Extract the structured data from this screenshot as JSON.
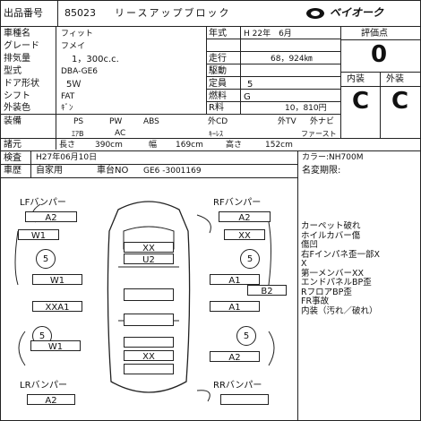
{
  "header": {
    "lot_label": "出品番号",
    "lot_number": "85023",
    "title": "リースアップブロック",
    "logo_text": "ベイオーク"
  },
  "specs": {
    "name_label": "車種名",
    "name_value": "フィット",
    "grade_label": "グレード",
    "grade_value": "フメイ",
    "displacement_label": "排気量",
    "displacement_value": "1，300c.c.",
    "model_label": "型式",
    "model_value": "DBA-GE6",
    "doors_label": "ドア形状",
    "doors_value": "5Ｗ",
    "shift_label": "シフト",
    "shift_value": "FAT",
    "color_label": "外装色",
    "color_value": "ｷﾞﾝ",
    "year_label": "年式",
    "year_value": "H 22年　6月",
    "mileage_label": "走行",
    "mileage_value": "68，924㎞",
    "drive_label": "駆動",
    "drive_value": "",
    "capacity_label": "定員",
    "capacity_value": "5",
    "fuel_label": "燃料",
    "fuel_value": "G",
    "r_fee_label": "R料",
    "r_fee_value": "10，810円"
  },
  "grades": {
    "header": "評価点",
    "score": "0",
    "interior_label": "内装",
    "exterior_label": "外装",
    "interior_grade": "C",
    "exterior_grade": "C"
  },
  "equipment": {
    "label": "装備",
    "row1": [
      "PS",
      "PW",
      "ABS",
      "外CD",
      "外TV",
      "外ナビ"
    ],
    "row2": [
      "ｴｱB",
      "AC",
      "ｷｰﾚｽ",
      "ファースト"
    ]
  },
  "dims": {
    "label": "諸元",
    "length_label": "長さ",
    "length_value": "390cm",
    "width_label": "幅",
    "width_value": "169cm",
    "height_label": "高さ",
    "height_value": "152cm"
  },
  "inspection": {
    "label": "検査",
    "value": "H27年06月10日",
    "calendar_label": "車歴",
    "usage": "自家用",
    "chassis_label": "車台NO",
    "chassis_value": "GE6 -3001169",
    "color_code": "カラー:NH700M",
    "transfer": "名変期限:"
  },
  "diagram": {
    "lf_label": "LFバンパー",
    "lf_value": "A2",
    "rf_label": "RFバンパー",
    "rf_value": "A2",
    "lr_label": "LRバンパー",
    "lr_value": "A2",
    "rr_label": "RRバンパー",
    "rr_value": "",
    "boxes": {
      "w1_top": "W1",
      "xx_top_right": "XX",
      "c5_lf": "5",
      "c5_rf": "5",
      "c5_lr": "5",
      "c5_rr": "5",
      "hood_xx": "XX",
      "hood_u2": "U2",
      "w1_left": "W1",
      "xxa1": "XXA1",
      "a1_right": "A1",
      "b2": "B2",
      "a1_right2": "A1",
      "w1_rear": "W1",
      "trunk_xx": "XX",
      "a2_rear": "A2"
    }
  },
  "notes": [
    "カーペット破れ",
    "ホイルカバー傷",
    "傷凹",
    "右Fインパネ歪一部X",
    "X",
    "第一メンバーXX",
    "エンドパネルBP歪",
    "RフロアBP歪",
    "FR事故",
    "内装（汚れ／破れ）"
  ]
}
